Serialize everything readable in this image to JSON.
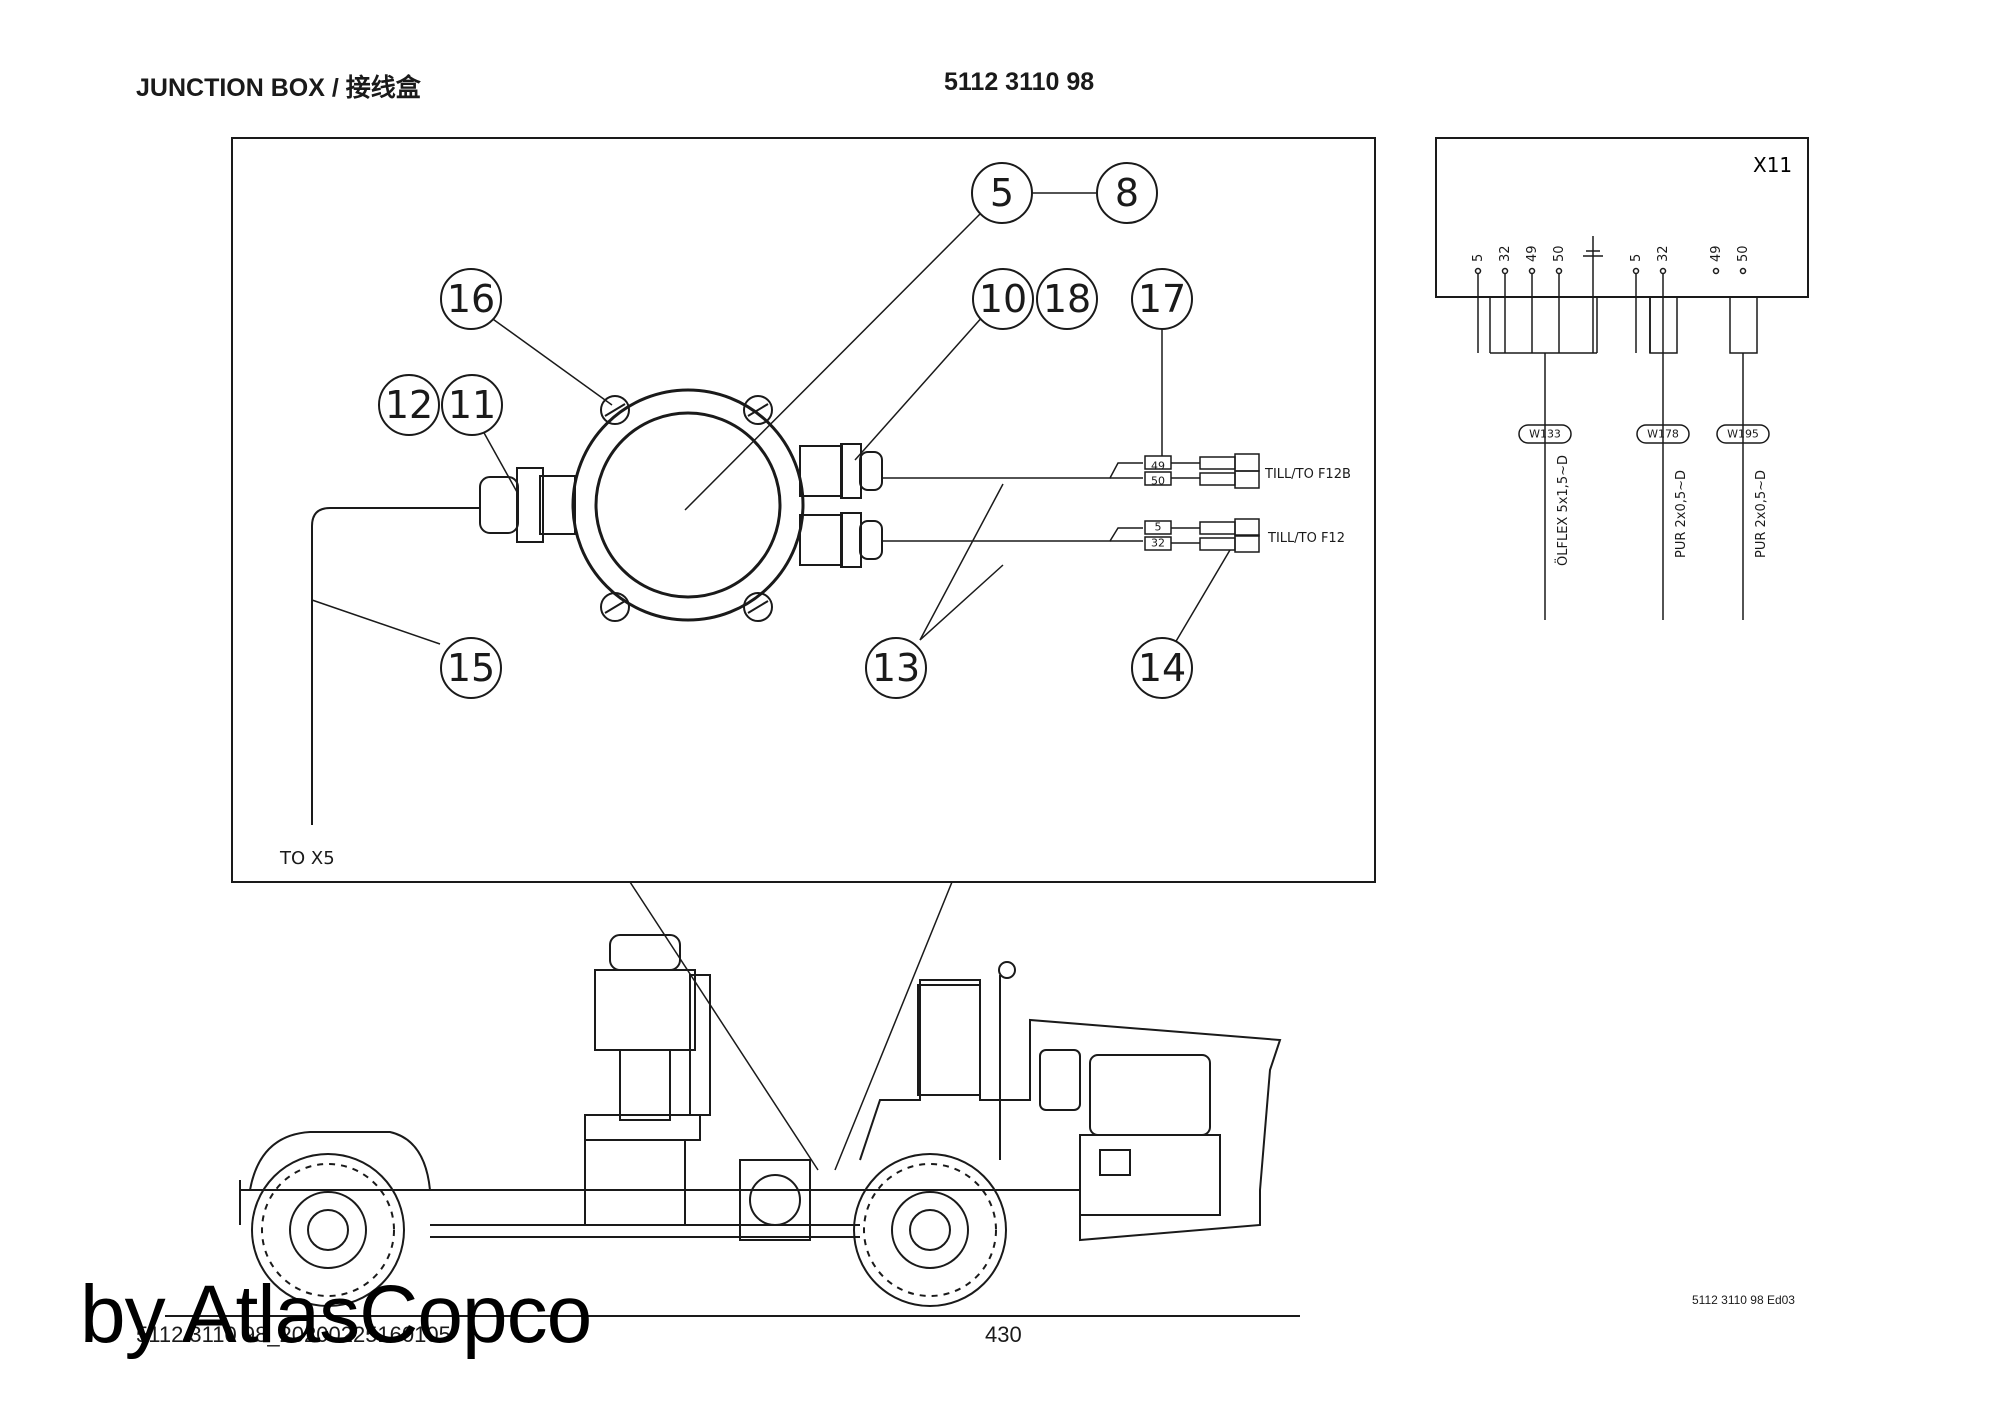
{
  "header": {
    "title": "JUNCTION BOX / 接线盒",
    "part_number": "5112 3110 98"
  },
  "detail": {
    "callouts": [
      "5",
      "8",
      "16",
      "10",
      "18",
      "17",
      "12",
      "11",
      "15",
      "13",
      "14"
    ],
    "cable_labels": {
      "to_x5": "TO X5",
      "to_f12b": "TILL/TO F12B",
      "to_f12": "TILL/TO F12"
    },
    "terminals": [
      "49",
      "50",
      "5",
      "32"
    ]
  },
  "schematic": {
    "connector": "X11",
    "pins": [
      "5",
      "32",
      "49",
      "50",
      "5",
      "32",
      "49",
      "50"
    ],
    "cables": [
      {
        "id": "W133",
        "spec": "ÖLFLEX 5x1,5~D"
      },
      {
        "id": "W178",
        "spec": "PUR 2x0,5~D"
      },
      {
        "id": "W195",
        "spec": "PUR 2x0,5~D"
      }
    ]
  },
  "footer": {
    "page_number": "430",
    "doc_code": "5112 3110 98_20200225160105",
    "edition": "5112 3110 98 Ed03",
    "watermark": "by AtlasCopco"
  }
}
